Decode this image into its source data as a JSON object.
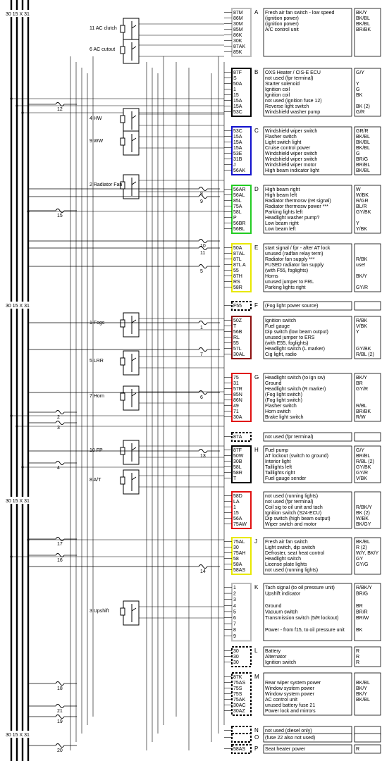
{
  "rails": {
    "labels": [
      "30",
      "15",
      "X",
      "31"
    ],
    "label_text": "30 15 X 31"
  },
  "relays": [
    {
      "label": "11 AC clutch"
    },
    {
      "label": "6 AC cutout"
    },
    {
      "label": "4 HW"
    },
    {
      "label": "9 WW"
    },
    {
      "label": "2 Radiator Fan"
    },
    {
      "label": "1 Fogs"
    },
    {
      "label": "5 LRR"
    },
    {
      "label": "7 Horn"
    },
    {
      "label": "10 FP"
    },
    {
      "label": "8 A/T"
    },
    {
      "label": "3 Upshift"
    }
  ],
  "fuses": [
    "12",
    "15",
    "8",
    "9",
    "10",
    "11",
    "5",
    "1",
    "7",
    "6",
    "2",
    "3",
    "13",
    "4",
    "14",
    "17",
    "16",
    "18",
    "21",
    "19",
    "20"
  ],
  "connectors": [
    {
      "letter": "A",
      "color": "#bbbbbb",
      "pins": [
        {
          "pin": "87M",
          "desc": "Fresh air fan switch - low speed",
          "wire": "BK/Y"
        },
        {
          "pin": "86M",
          "desc": "(ignition power)",
          "wire": "BK/BL"
        },
        {
          "pin": "30M",
          "desc": "(ignition power)",
          "wire": "BK/BL"
        },
        {
          "pin": "85M",
          "desc": "A/C control unit",
          "wire": "BR/BK"
        },
        {
          "pin": "86K",
          "desc": "",
          "wire": ""
        },
        {
          "pin": "30K",
          "desc": "",
          "wire": ""
        },
        {
          "pin": "87AK",
          "desc": "",
          "wire": ""
        },
        {
          "pin": "85K",
          "desc": "",
          "wire": ""
        }
      ]
    },
    {
      "letter": "B",
      "color": "#000000",
      "pins": [
        {
          "pin": "87F",
          "desc": "OXS Heater / CIS-E ECU",
          "wire": "G/Y"
        },
        {
          "pin": "S",
          "desc": "not used (fpr terminal)",
          "wire": ""
        },
        {
          "pin": "50A",
          "desc": "Starter solenoid",
          "wire": "Y"
        },
        {
          "pin": "1",
          "desc": "Ignition coil",
          "wire": "G"
        },
        {
          "pin": "15",
          "desc": "Ignition coil",
          "wire": "BK"
        },
        {
          "pin": "15A",
          "desc": "not used (ignition fuse 12)",
          "wire": ""
        },
        {
          "pin": "15A",
          "desc": "Reverse light switch",
          "wire": "BK (2)"
        },
        {
          "pin": "53C",
          "desc": "Windshield washer pump",
          "wire": "G/R"
        }
      ]
    },
    {
      "letter": "C",
      "color": "#1010cc",
      "pins": [
        {
          "pin": "53C",
          "desc": "Windshield wiper switch",
          "wire": "GR/R"
        },
        {
          "pin": "15A",
          "desc": "Flasher switch",
          "wire": "BK/BL"
        },
        {
          "pin": "15A",
          "desc": "Light switch light",
          "wire": "BK/BL"
        },
        {
          "pin": "15A",
          "desc": "Cruise control power",
          "wire": "BK/BL"
        },
        {
          "pin": "53E",
          "desc": "Windshield wiper switch",
          "wire": "G"
        },
        {
          "pin": "31B",
          "desc": "Windshield wiper switch",
          "wire": "BR/G"
        },
        {
          "pin": "J",
          "desc": "Windshield wiper motor",
          "wire": "BR/BL"
        },
        {
          "pin": "56AK",
          "desc": "High beam indicator light",
          "wire": "BK/BL"
        }
      ]
    },
    {
      "letter": "D",
      "color": "#22cc22",
      "pins": [
        {
          "pin": "56AR",
          "desc": "High beam right",
          "wire": "W"
        },
        {
          "pin": "56AL",
          "desc": "High beam left",
          "wire": "W/BK"
        },
        {
          "pin": "85L",
          "desc": "Radiator thermosw (ret signal)",
          "wire": "R/GR"
        },
        {
          "pin": "75A",
          "desc": "Radiator thermosw power ***",
          "wire": "BL/R"
        },
        {
          "pin": "58L",
          "desc": "Parking lights left",
          "wire": "GY/BK"
        },
        {
          "pin": "P",
          "desc": "Headlight washer pump?",
          "wire": ""
        },
        {
          "pin": "56BR",
          "desc": "Low beam right",
          "wire": "Y"
        },
        {
          "pin": "56BL",
          "desc": "Low beam left",
          "wire": "Y/BK"
        }
      ]
    },
    {
      "letter": "E",
      "color": "#e8e800",
      "pins": [
        {
          "pin": "50A",
          "desc": "start signal / fpr - after AT lock",
          "wire": ""
        },
        {
          "pin": "87AL",
          "desc": "unused (radfan relay term)",
          "wire": ""
        },
        {
          "pin": "87L",
          "desc": "Radiator fan supply ***",
          "wire": "R/BK"
        },
        {
          "pin": "87L A",
          "desc": "FUSED radiator fan supply",
          "wire": "use!"
        },
        {
          "pin": "55",
          "desc": "(with F55, foglights)",
          "wire": ""
        },
        {
          "pin": "87H",
          "desc": "Horns",
          "wire": "BK/Y"
        },
        {
          "pin": "RS",
          "desc": "unused jumper to FRL",
          "wire": ""
        },
        {
          "pin": "58R",
          "desc": "Parking lights right",
          "wire": "GY/R"
        }
      ]
    },
    {
      "letter": "F",
      "color": "#000000",
      "dashed": true,
      "pins": [
        {
          "pin": "F55",
          "desc": "(Fog light power source)",
          "wire": ""
        }
      ]
    },
    {
      "letter": "",
      "color": "#8b1010",
      "pins": [
        {
          "pin": "50Z",
          "desc": "Ignition switch",
          "wire": "R/BK"
        },
        {
          "pin": "T",
          "desc": "Fuel gauge",
          "wire": "V/BK"
        },
        {
          "pin": "56B",
          "desc": "Dip switch (low beam output)",
          "wire": "Y"
        },
        {
          "pin": "RL",
          "desc": "unused jumper to ERS",
          "wire": ""
        },
        {
          "pin": "55",
          "desc": "(with E55, foglights)",
          "wire": ""
        },
        {
          "pin": "57L",
          "desc": "Headlight switch (L marker)",
          "wire": "GY/BK"
        },
        {
          "pin": "30AL",
          "desc": "Cig light, radio",
          "wire": "R/BL (2)"
        }
      ]
    },
    {
      "letter": "G",
      "color": "#e01010",
      "pins": [
        {
          "pin": "75",
          "desc": "Headlight switch (to ign sw)",
          "wire": "BK/Y"
        },
        {
          "pin": "31",
          "desc": "Ground",
          "wire": "BR"
        },
        {
          "pin": "57R",
          "desc": "Headlight switch (R marker)",
          "wire": "GY/R"
        },
        {
          "pin": "85N",
          "desc": "(Fog light switch)",
          "wire": ""
        },
        {
          "pin": "86N",
          "desc": "(Fog light switch)",
          "wire": ""
        },
        {
          "pin": "49",
          "desc": "Flasher switch",
          "wire": "R/BL"
        },
        {
          "pin": "71",
          "desc": "Horn switch",
          "wire": "BR/BK"
        },
        {
          "pin": "30A",
          "desc": "Brake light switch",
          "wire": "R/W"
        }
      ]
    },
    {
      "letter": "",
      "color": "#000000",
      "dashed": true,
      "pins": [
        {
          "pin": "87A",
          "desc": "not used (fpr terminal)",
          "wire": ""
        }
      ]
    },
    {
      "letter": "H",
      "color": "#000000",
      "pins": [
        {
          "pin": "87F",
          "desc": "Fuel pump",
          "wire": "G/Y"
        },
        {
          "pin": "50W",
          "desc": "AT lockout (switch to ground)",
          "wire": "BR/BL"
        },
        {
          "pin": "30B",
          "desc": "Interior light",
          "wire": "R/BL (2)"
        },
        {
          "pin": "58L",
          "desc": "Taillights left",
          "wire": "GY/BK"
        },
        {
          "pin": "58R",
          "desc": "Taillights right",
          "wire": "GY/R"
        },
        {
          "pin": "T",
          "desc": "Fuel gauge sender",
          "wire": "V/BK"
        }
      ]
    },
    {
      "letter": "",
      "color": "#e01010",
      "pins": [
        {
          "pin": "58D",
          "desc": "not used (running lights)",
          "wire": ""
        },
        {
          "pin": "LA",
          "desc": "not used (fpr terminal)",
          "wire": ""
        },
        {
          "pin": "1",
          "desc": "Coil sig to oil unit and tach",
          "wire": "R/BK/Y"
        },
        {
          "pin": "15",
          "desc": "Ignition switch (S24-ECU)",
          "wire": "BK (2)"
        },
        {
          "pin": "56A",
          "desc": "Dip switch (high beam output)",
          "wire": "W/BK"
        },
        {
          "pin": "75AW",
          "desc": "Wiper switch and motor",
          "wire": "BK/GY"
        }
      ]
    },
    {
      "letter": "J",
      "color": "#e8e800",
      "pins": [
        {
          "pin": "75AL",
          "desc": "Fresh air fan switch",
          "wire": "BK/BL"
        },
        {
          "pin": "30",
          "desc": "Light switch, dip switch",
          "wire": "R (2)"
        },
        {
          "pin": "75AH",
          "desc": "Defroster, seat heat control",
          "wire": "W/Y, BK/Y"
        },
        {
          "pin": "58",
          "desc": "Headlight switch",
          "wire": "GY"
        },
        {
          "pin": "58A",
          "desc": "License plate lights",
          "wire": "GY/G"
        },
        {
          "pin": "58AS",
          "desc": "not used (running lights)",
          "wire": ""
        }
      ]
    },
    {
      "letter": "K",
      "color": "#bbbbbb",
      "pins": [
        {
          "pin": "1",
          "desc": "Tach signal (to oil pressure unit)",
          "wire": "R/BK/Y"
        },
        {
          "pin": "2",
          "desc": "Upshift indicator",
          "wire": "BR/G"
        },
        {
          "pin": "3",
          "desc": "",
          "wire": ""
        },
        {
          "pin": "4",
          "desc": "Ground",
          "wire": "BR"
        },
        {
          "pin": "5",
          "desc": "Vacuum switch",
          "wire": "BR/R"
        },
        {
          "pin": "6",
          "desc": "Transmission switch (5/R lockout)",
          "wire": "BR/W"
        },
        {
          "pin": "7",
          "desc": "",
          "wire": ""
        },
        {
          "pin": "8",
          "desc": "Power - from f15, to oil pressure unit",
          "wire": "BK"
        },
        {
          "pin": "9",
          "desc": "",
          "wire": ""
        }
      ]
    },
    {
      "letter": "L",
      "color": "#000000",
      "dashed": true,
      "pins": [
        {
          "pin": "30",
          "desc": "Battery",
          "wire": "R"
        },
        {
          "pin": "30",
          "desc": "Alternator",
          "wire": "R"
        },
        {
          "pin": "30",
          "desc": "Ignition switch",
          "wire": "R"
        }
      ]
    },
    {
      "letter": "M",
      "color": "#000000",
      "dashed": true,
      "pins": [
        {
          "pin": "87K",
          "desc": "",
          "wire": ""
        },
        {
          "pin": "75AS",
          "desc": "Rear wiper system power",
          "wire": "BK/BL"
        },
        {
          "pin": "75S",
          "desc": "Window system power",
          "wire": "BK/Y"
        },
        {
          "pin": "75S",
          "desc": "Window system power",
          "wire": "BK/Y"
        },
        {
          "pin": "75AK",
          "desc": "AC control unit",
          "wire": "BK/BL"
        },
        {
          "pin": "30AC",
          "desc": "unused battery fuse 21",
          "wire": ""
        },
        {
          "pin": "30AZ",
          "desc": "Power lock and mirrors",
          "wire": ""
        }
      ]
    },
    {
      "letter": "N",
      "color": "#000000",
      "dashed": true,
      "pins": [
        {
          "pin": "",
          "desc": "not used (diesel only)",
          "wire": ""
        }
      ]
    },
    {
      "letter": "O",
      "color": "#000000",
      "dashed": true,
      "pins": [
        {
          "pin": "",
          "desc": "(fuse 22 also not used)",
          "wire": ""
        }
      ]
    },
    {
      "letter": "P",
      "color": "#000000",
      "dashed": true,
      "pins": [
        {
          "pin": "58AS",
          "desc": "Seat heater power",
          "wire": "R"
        }
      ]
    }
  ]
}
